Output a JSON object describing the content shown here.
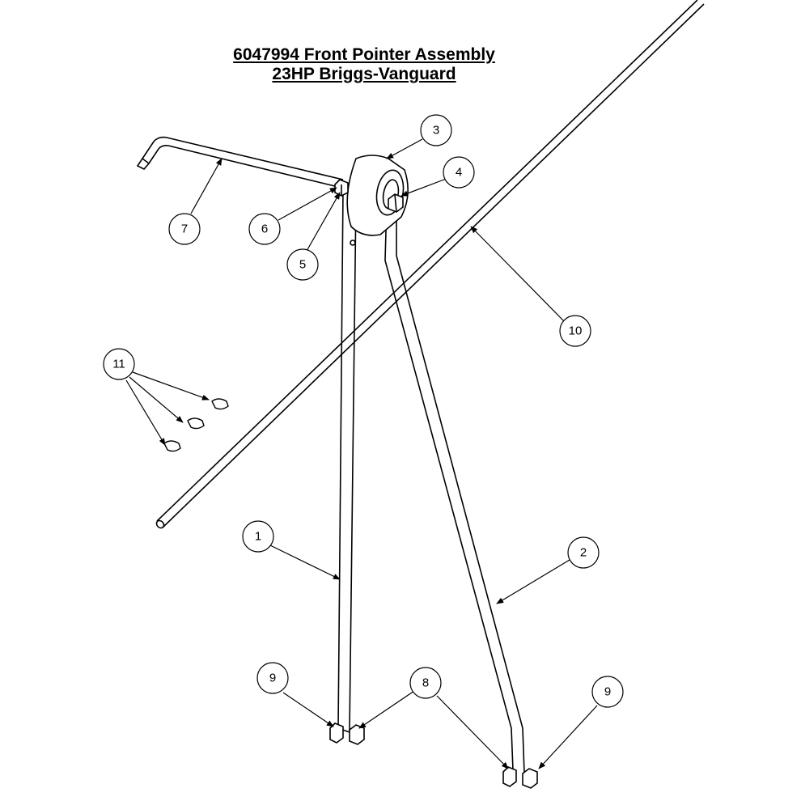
{
  "title": {
    "line1": "6047994 Front Pointer Assembly",
    "line2": "23HP Briggs-Vanguard"
  },
  "callouts": [
    "3",
    "4",
    "7",
    "6",
    "5",
    "10",
    "11",
    "1",
    "2",
    "9",
    "8",
    "9"
  ]
}
